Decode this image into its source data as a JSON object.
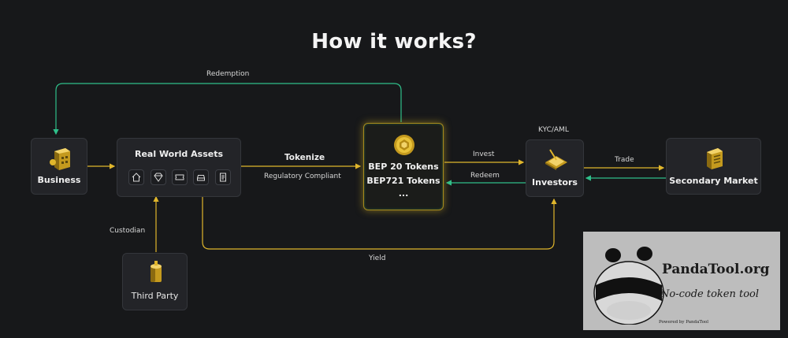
{
  "title": "How it works?",
  "nodes": {
    "business": "Business",
    "real_world_assets": "Real World Assets",
    "third_party": "Third Party",
    "tokens": [
      "BEP 20 Tokens",
      "BEP721 Tokens",
      "..."
    ],
    "investors": "Investors",
    "secondary_market": "Secondary Market"
  },
  "asset_icons": [
    "house-icon",
    "diamond-icon",
    "ticket-icon",
    "car-icon",
    "document-icon"
  ],
  "edges": {
    "redemption": "Redemption",
    "tokenize": "Tokenize",
    "regulatory": "Regulatory Compliant",
    "custodian": "Custodian",
    "invest": "Invest",
    "redeem": "Redeem",
    "kyc": "KYC/AML",
    "trade": "Trade",
    "yield": "Yield"
  },
  "colors": {
    "background": "#17181a",
    "node": "#232428",
    "gold": "#e0b62c",
    "green": "#2fbf8a"
  },
  "watermark": {
    "brand": "PandaTool.org",
    "tagline": "No-code token tool",
    "powered": "Powered by PandaTool"
  }
}
